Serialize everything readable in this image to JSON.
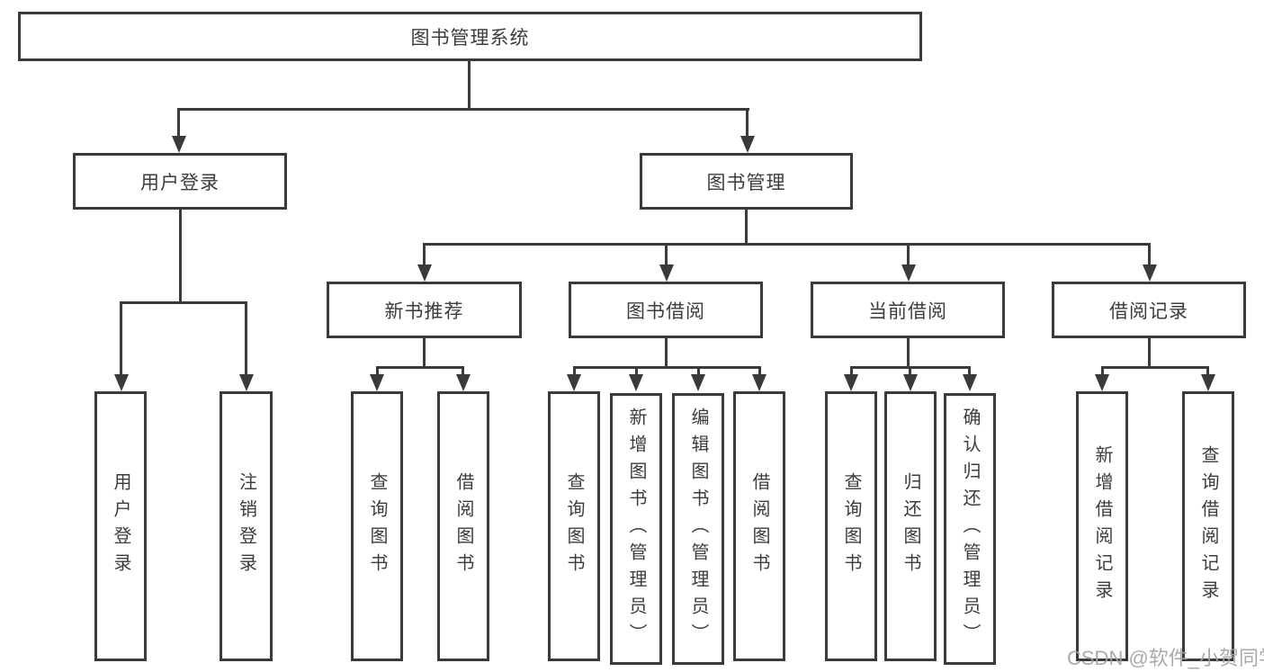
{
  "colors": {
    "line": "#3a3a3a",
    "text": "#3c3c3c",
    "background": "#ffffff",
    "watermark": "#a3a3a3"
  },
  "watermark": "CSDN @软件_小贺同学",
  "diagram": {
    "root": {
      "label": "图书管理系统"
    },
    "branches": [
      {
        "label": "用户登录",
        "children": [
          {
            "label": "用户登录"
          },
          {
            "label": "注销登录"
          }
        ]
      },
      {
        "label": "图书管理",
        "sections": [
          {
            "label": "新书推荐",
            "children": [
              {
                "label": "查询图书"
              },
              {
                "label": "借阅图书"
              }
            ]
          },
          {
            "label": "图书借阅",
            "children": [
              {
                "label": "查询图书"
              },
              {
                "label": "新增图书（管理员）"
              },
              {
                "label": "编辑图书（管理员）"
              },
              {
                "label": "借阅图书"
              }
            ]
          },
          {
            "label": "当前借阅",
            "children": [
              {
                "label": "查询图书"
              },
              {
                "label": "归还图书"
              },
              {
                "label": "确认归还（管理员）"
              }
            ]
          },
          {
            "label": "借阅记录",
            "children": [
              {
                "label": "新增借阅记录"
              },
              {
                "label": "查询借阅记录"
              }
            ]
          }
        ]
      }
    ]
  }
}
